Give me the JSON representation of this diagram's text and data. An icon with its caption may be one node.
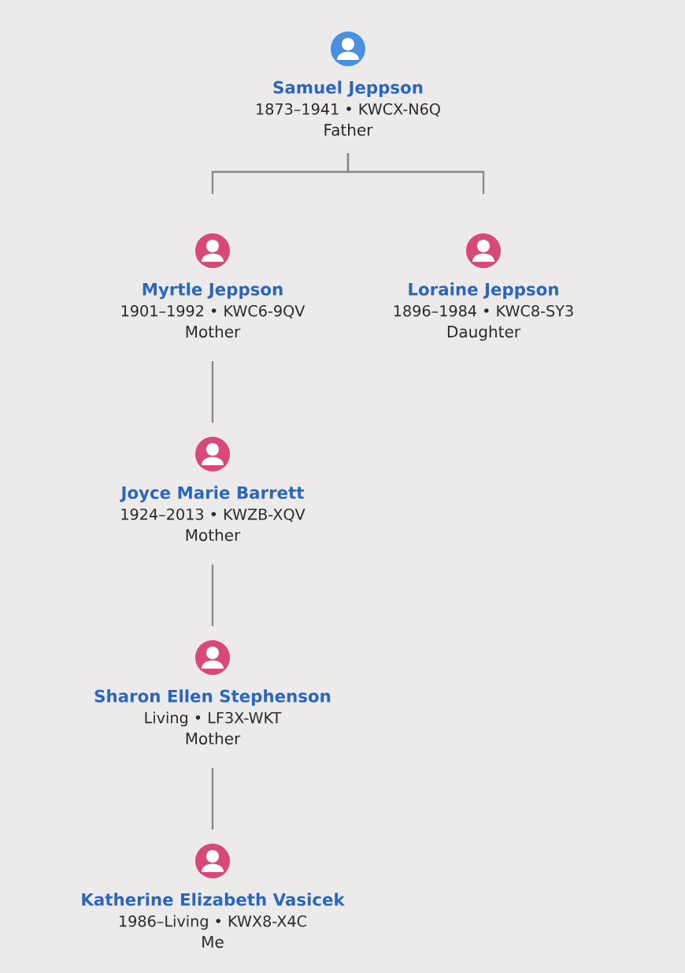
{
  "diagram": {
    "nodes": [
      {
        "text": [
          "Samuel Jeppson",
          "1873–1941 • KWCX-N6Q",
          "Father"
        ]
      },
      {
        "text": [
          "Myrtle Jeppson",
          "1901–1992 • KWC6-9QV",
          "Mother"
        ]
      },
      {
        "text": [
          "Loraine Jeppson",
          "1896–1984 • KWC8-SY3",
          "Daughter"
        ]
      },
      {
        "text": [
          "Joyce Marie Barrett",
          "1924–2013 • KWZB-XQV",
          "Mother"
        ]
      },
      {
        "text": [
          "Sharon Ellen Stephenson",
          "Living • LF3X-WKT",
          "Mother"
        ]
      },
      {
        "text": [
          "Katherine Elizabeth Vasicek",
          "1986–Living • KWX8-X4C",
          "Me"
        ]
      }
    ],
    "edges": [
      {
        "from": 0,
        "to": 1,
        "arrow": "none"
      },
      {
        "from": 0,
        "to": 2,
        "arrow": "none"
      },
      {
        "from": 1,
        "to": 3,
        "arrow": "none"
      },
      {
        "from": 3,
        "to": 4,
        "arrow": "none"
      },
      {
        "from": 4,
        "to": 5,
        "arrow": "none"
      }
    ]
  }
}
